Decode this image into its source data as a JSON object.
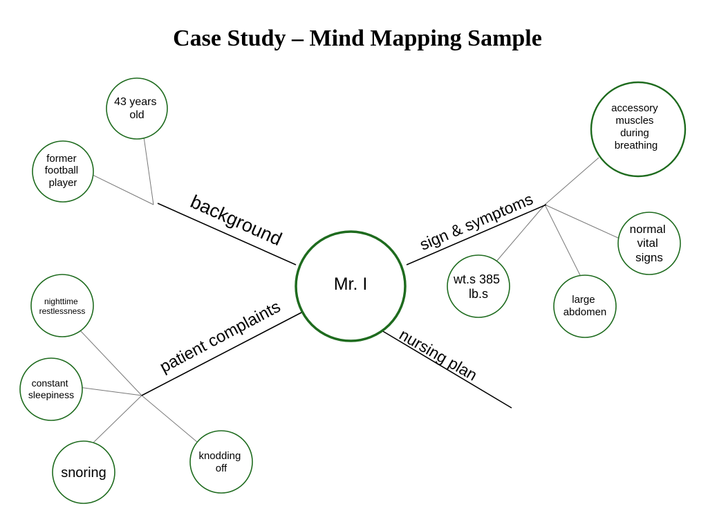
{
  "title": "Case Study – Mind Mapping Sample",
  "center": "Mr. I",
  "branches": {
    "background": "background",
    "signs": "sign & symptoms",
    "complaints": "patient complaints",
    "nursing": "nursing plan"
  },
  "nodes": {
    "age": [
      "43 years",
      "old"
    ],
    "football": [
      "former",
      "football",
      "player"
    ],
    "accessory": [
      "accessory",
      "muscles",
      "during",
      "breathing"
    ],
    "vitals": [
      "normal",
      "vital",
      "signs"
    ],
    "weight": [
      "wt.s 385",
      "lb.s"
    ],
    "abdomen": [
      "large",
      "abdomen"
    ],
    "restless": [
      "nighttime",
      "restlessness"
    ],
    "sleepiness": [
      "constant",
      "sleepiness"
    ],
    "snoring": [
      "snoring"
    ],
    "knodding": [
      "knodding",
      "off"
    ]
  },
  "colors": {
    "bubble_border": "#1e6b1e",
    "line": "#000000"
  }
}
